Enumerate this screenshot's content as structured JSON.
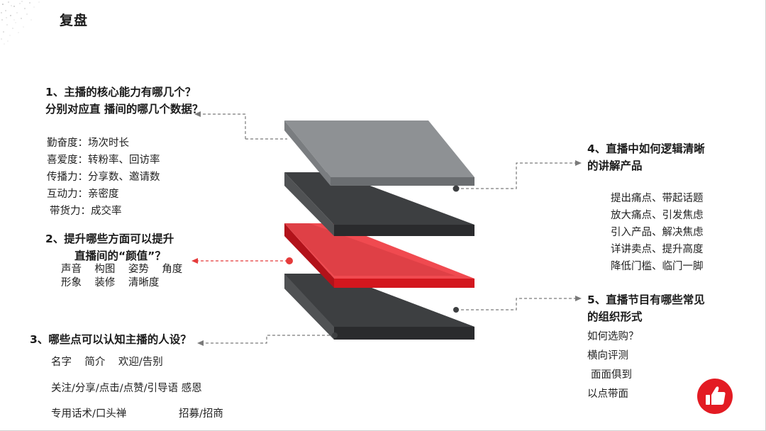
{
  "slide": {
    "title": "复盘"
  },
  "q1": {
    "line1": "1、主播的核心能力有哪几个？",
    "line2": "分别对应直 播间的哪几个数据？",
    "items": [
      "勤奋度：场次时长",
      "喜爱度：转粉率、回访率",
      "传播力：分享数、邀请数",
      "互动力：亲密度",
      "带货力：成交率"
    ]
  },
  "q2": {
    "line1": "2、提升哪些方面可以提升",
    "line2": "直播间的“颜值”？",
    "items": [
      "声音    构图    姿势    角度",
      "形象    装修    清晰度"
    ]
  },
  "q3": {
    "line1": "3、哪些点可以认知主播的人设？",
    "items": [
      "名字    简介    欢迎/告别",
      "关注/分享/点击/点赞/引导语 感恩",
      "专用话术/口头禅",
      "招募/招商"
    ]
  },
  "q4": {
    "line1": "4、直播中如何逻辑清晰",
    "line2": "的讲解产品",
    "items": [
      "提出痛点、带起话题",
      "放大痛点、引发焦虑",
      "引入产品、解决焦虑",
      "详讲卖点、提升高度",
      "降低门槛、临门一脚"
    ]
  },
  "q5": {
    "line1": "5、直播节目有哪些常见",
    "line2": "的组织形式",
    "items": [
      "如何选购？",
      "横向评测",
      "面面俱到",
      "以点带面"
    ]
  },
  "colors": {
    "gray_layer": "#8e9194",
    "dark_layer": "#3d3f41",
    "red_layer": "#f04a50",
    "connector": "#7a7a7a",
    "red_connector": "#e53b3b",
    "thumb": "#e31b23"
  },
  "icons": {
    "thumb": "thumbs-up-icon"
  }
}
